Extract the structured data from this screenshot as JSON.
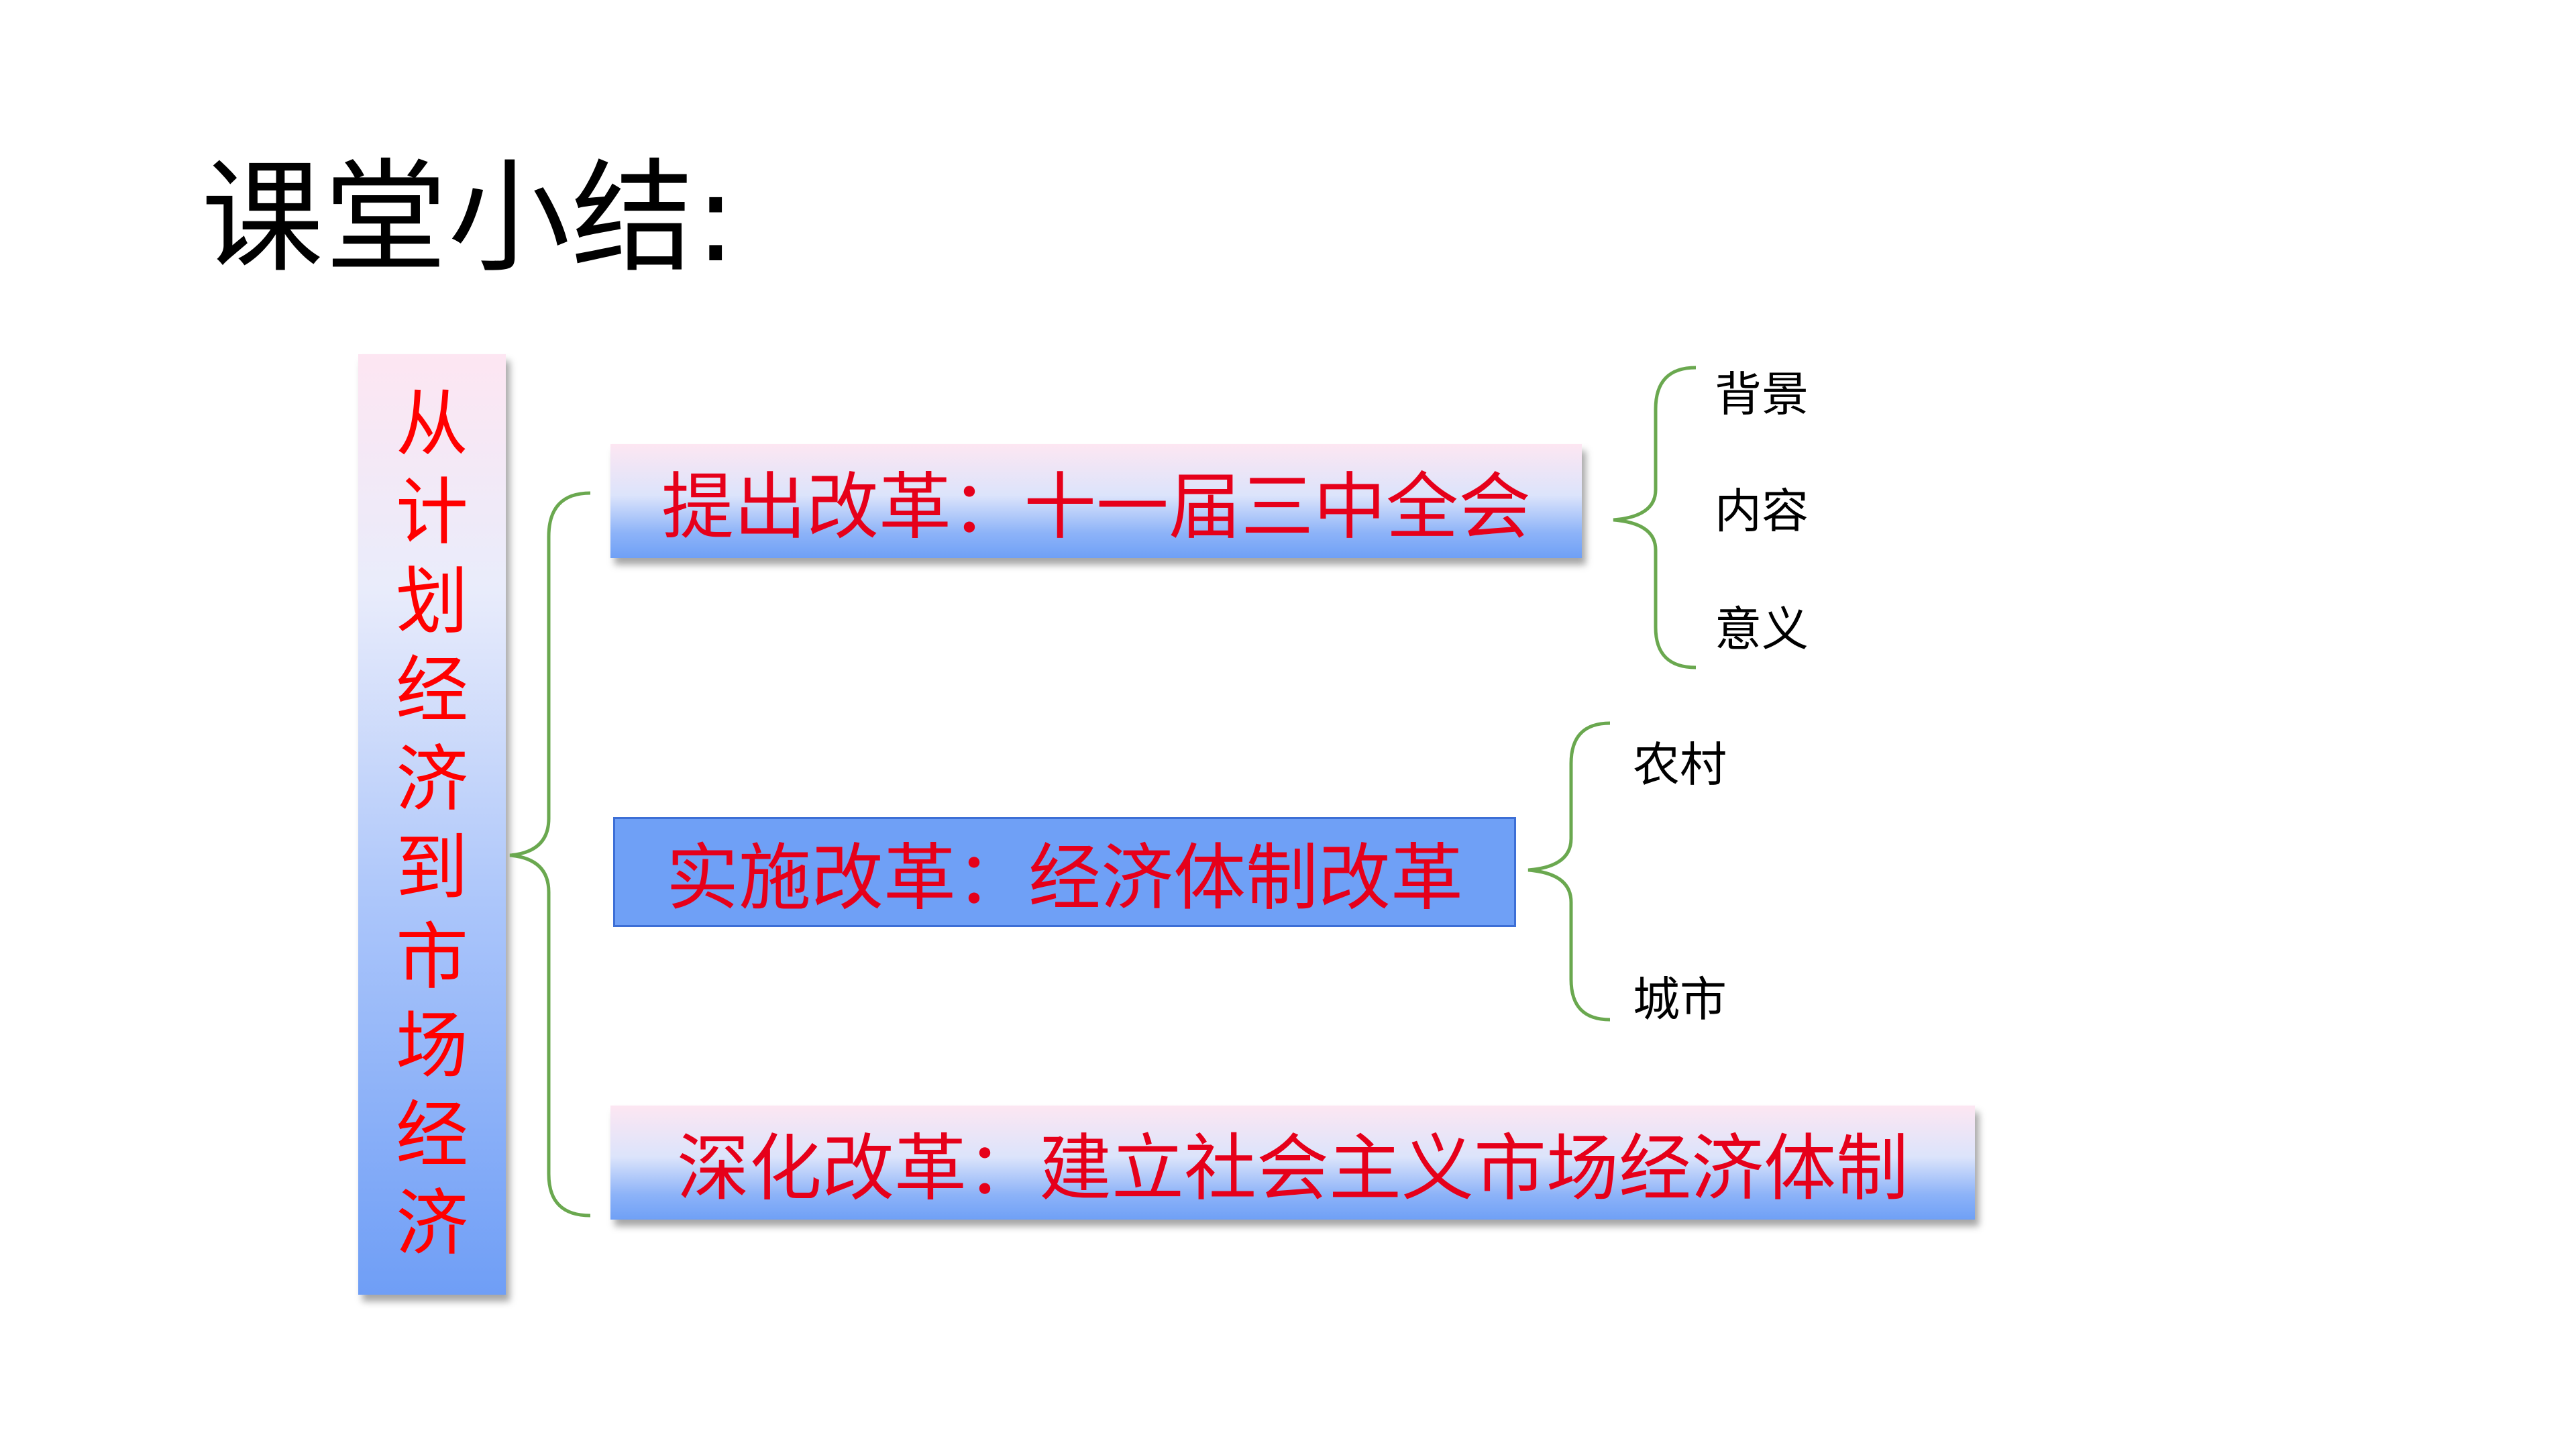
{
  "slide": {
    "title": "课堂小结:",
    "root": {
      "chars": [
        "从",
        "计",
        "划",
        "经",
        "济",
        "到",
        "市",
        "场",
        "经",
        "济"
      ]
    },
    "branches": [
      {
        "label": "提出改革：十一届三中全会",
        "children": [
          "背景",
          "内容",
          "意义"
        ]
      },
      {
        "label": "实施改革：经济体制改革",
        "children": [
          "农村",
          "城市"
        ]
      },
      {
        "label": "深化改革：建立社会主义市场经济体制",
        "children": []
      }
    ]
  },
  "colors": {
    "box_text": "#e6001a",
    "root_text": "#ff0000",
    "box_fill_bottom": "#6fa0f6",
    "box_fill_top": "#fde6f2",
    "brace_stroke": "#6aa84f",
    "title_text": "#000000"
  }
}
